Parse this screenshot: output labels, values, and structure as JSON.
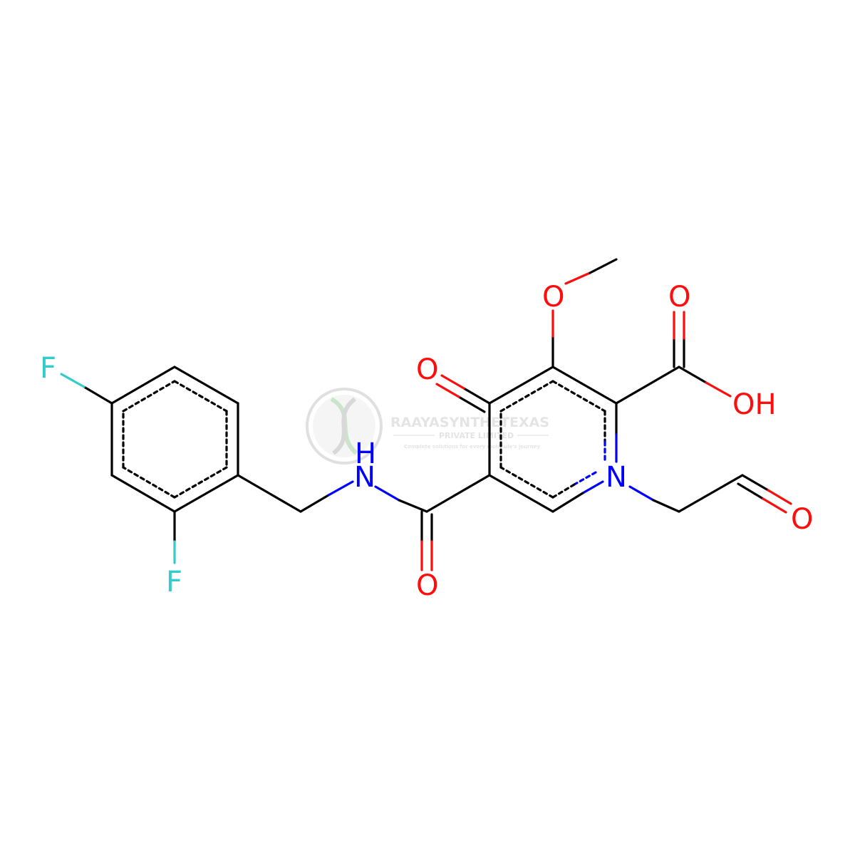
{
  "molecule": {
    "atoms": {
      "f_top": "F",
      "f_bottom": "F",
      "nh_h": "H",
      "nh_n": "N",
      "o_ketone": "O",
      "o_methoxy": "O",
      "o_acid_carbonyl": "O",
      "o_acid_hydroxyl": "OH",
      "n_ring": "N",
      "o_aldehyde": "O",
      "o_amide": "O"
    },
    "colors": {
      "bond": "#000000",
      "oxygen": "#ff0d0d",
      "nitrogen": "#0000ff",
      "fluorine": "#33cccc"
    }
  },
  "watermark": {
    "company": "RAAYASYNTHETEXAS",
    "subtitle": "PRIVATE LIMITED",
    "tagline": "Complete solutions for every molecule's journey",
    "color": "#d9d9d9"
  }
}
